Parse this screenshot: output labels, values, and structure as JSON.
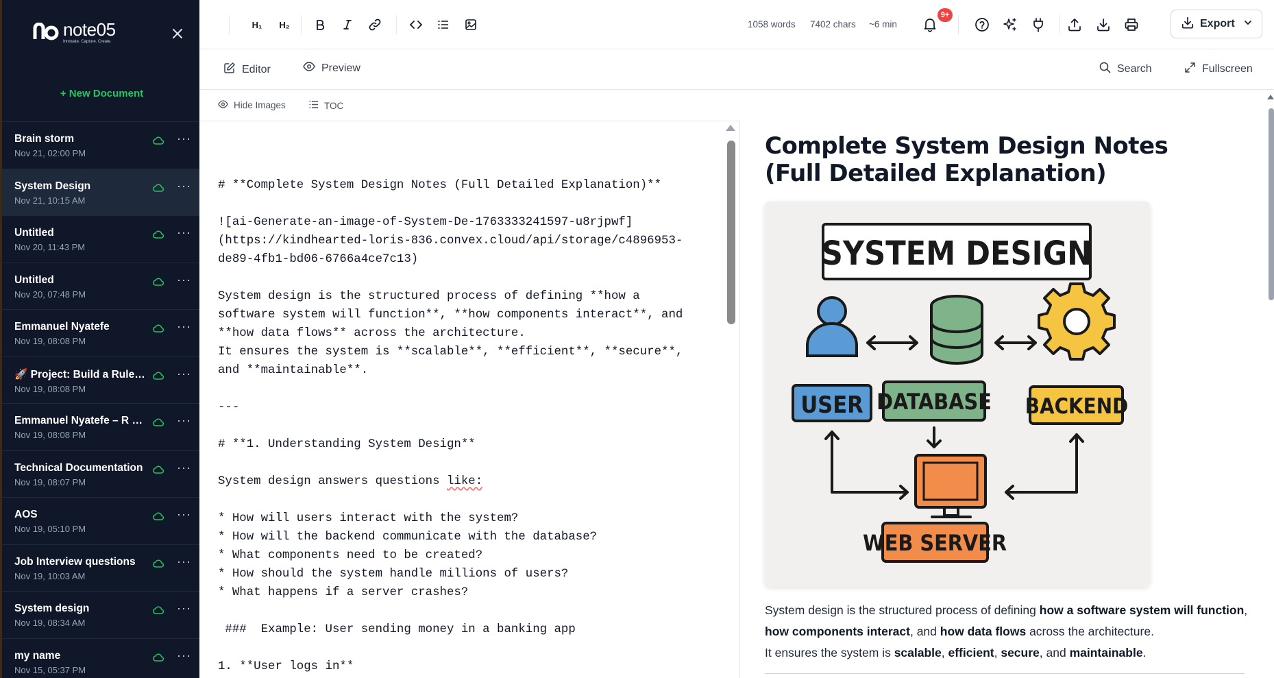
{
  "app": {
    "brand_name": "note05",
    "brand_tagline": "Innovate. Capture. Create."
  },
  "sidebar": {
    "new_doc_label": "+ New Document",
    "items": [
      {
        "title": "Brain storm",
        "date": "Nov 21, 02:00 PM"
      },
      {
        "title": "System Design",
        "date": "Nov 21, 10:15 AM"
      },
      {
        "title": "Untitled",
        "date": "Nov 20, 11:43 PM"
      },
      {
        "title": "Untitled",
        "date": "Nov 20, 07:48 PM"
      },
      {
        "title": "Emmanuel Nyatefe",
        "date": "Nov 19, 08:08 PM"
      },
      {
        "title": "🚀 Project: Build a Rule-Based System",
        "date": "Nov 19, 08:08 PM"
      },
      {
        "title": "Emmanuel Nyatefe – R & D",
        "date": "Nov 19, 08:08 PM"
      },
      {
        "title": "Technical Documentation",
        "date": "Nov 19, 08:07 PM"
      },
      {
        "title": "AOS",
        "date": "Nov 19, 05:10 PM"
      },
      {
        "title": "Job Interview questions",
        "date": "Nov 19, 10:03 AM"
      },
      {
        "title": "System design",
        "date": "Nov 19, 08:34 AM"
      },
      {
        "title": "my name",
        "date": "Nov 15, 05:37 PM"
      }
    ],
    "more_label": "···"
  },
  "toolbar": {
    "h1": "H₁",
    "h2": "H₂",
    "words": "1058 words",
    "chars": "7402 chars",
    "read_time": "~6 min",
    "notifications_badge": "9+",
    "export_label": "Export"
  },
  "modes": {
    "editor": "Editor",
    "preview": "Preview",
    "search": "Search",
    "fullscreen": "Fullscreen"
  },
  "editor_tools": {
    "hide_images": "Hide Images",
    "toc": "TOC"
  },
  "editor": {
    "lines": [
      "# **Complete System Design Notes (Full Detailed Explanation)**",
      "",
      "![ai-Generate-an-image-of-System-De-1763333241597-u8rjpwf]",
      "(https://kindhearted-loris-836.convex.cloud/api/storage/c4896953-",
      "de89-4fb1-bd06-6766a4ce7c13)",
      "",
      "System design is the structured process of defining **how a",
      "software system will function**, **how components interact**, and",
      "**how data flows** across the architecture.",
      "It ensures the system is **scalable**, **efficient**, **secure**,",
      "and **maintainable**.",
      "",
      "---",
      "",
      "# **1. Understanding System Design**",
      "",
      "System design answers questions ",
      "",
      "* How will users interact with the system?",
      "* How will the backend communicate with the database?",
      "* What components need to be created?",
      "* How should the system handle millions of users?",
      "* What happens if a server crashes?",
      "",
      " ###  Example: User sending money in a banking app",
      "",
      "1. **User logs in**"
    ],
    "spell_word": "like:"
  },
  "preview": {
    "title": "Complete System Design Notes (Full Detailed Explanation)",
    "image": {
      "heading": "SYSTEM DESIGN",
      "user": "USER",
      "database": "DATABASE",
      "backend": "BACKEND",
      "web_server": "WEB SERVER",
      "colors": {
        "user": "#5b9bd5",
        "database": "#7fb38a",
        "backend": "#f5c542",
        "web_server": "#f28c4a"
      }
    },
    "paragraph": {
      "t1": "System design is the structured process of defining ",
      "b1": "how a software system will function",
      "t2": ", ",
      "b2": "how components interact",
      "t3": ", and ",
      "b3": "how data flows",
      "t4": " across the architecture.",
      "t5": "It ensures the system is ",
      "b4": "scalable",
      "t6": ", ",
      "b5": "efficient",
      "t7": ", ",
      "b6": "secure",
      "t8": ", and ",
      "b7": "maintainable",
      "t9": "."
    }
  }
}
